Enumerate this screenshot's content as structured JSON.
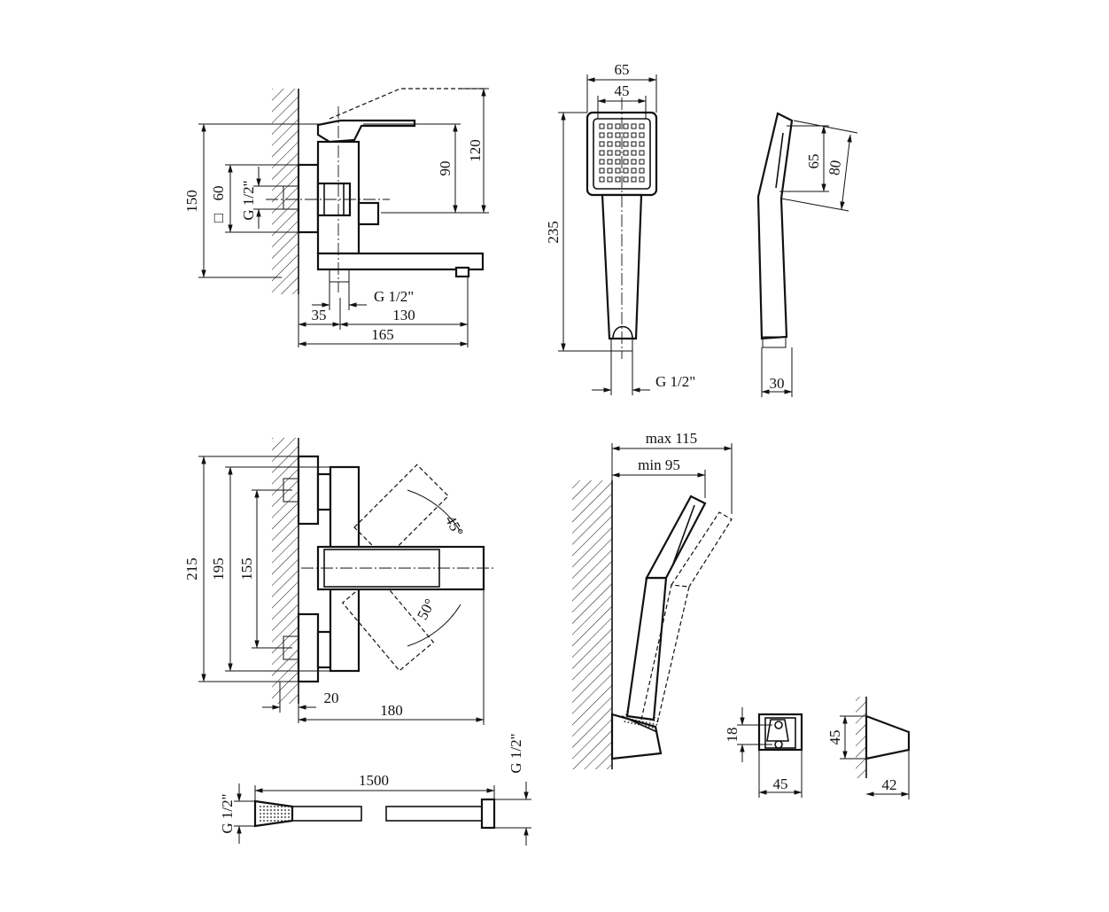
{
  "drawing": {
    "mixer_side": {
      "height_total": "150",
      "square_symbol": "□",
      "square_size": "60",
      "inlet_thread": "G 1/2\"",
      "lever_height_90": "90",
      "lever_height_120": "120",
      "outlet_thread": "G 1/2\"",
      "offset_35": "35",
      "spout_130": "130",
      "depth_165": "165"
    },
    "hand_shower_front": {
      "head_width_65": "65",
      "spray_width_45": "45",
      "length_235": "235",
      "connection_thread": "G 1/2\""
    },
    "hand_shower_side": {
      "spray_65": "65",
      "head_80": "80",
      "thickness_30": "30"
    },
    "mixer_top": {
      "height_215": "215",
      "height_195": "195",
      "spacing_155": "155",
      "angle_45": "45°",
      "angle_50": "50°",
      "offset_20": "20",
      "depth_180": "180"
    },
    "holder_swing": {
      "max_reach": "max 115",
      "min_reach": "min 95"
    },
    "holder_front": {
      "height_18": "18",
      "width_45": "45"
    },
    "holder_side": {
      "height_45": "45",
      "depth_42": "42"
    },
    "hose": {
      "length_1500": "1500",
      "thread_left": "G 1/2\"",
      "thread_right": "G 1/2\""
    }
  }
}
